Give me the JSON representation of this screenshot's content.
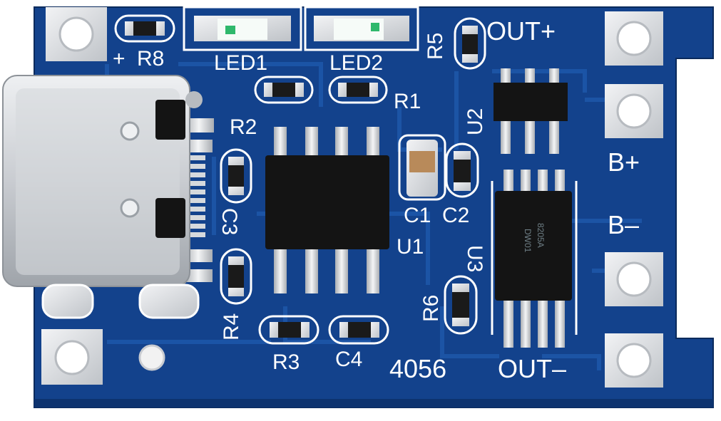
{
  "board": {
    "colors": {
      "pcb": "#13428c",
      "pcb_dark": "#0d336f",
      "trace": "#1d56a8",
      "silkscreen": "#ffffff",
      "pad_metal": "#d8dbe0",
      "chip": "#141414",
      "usb_metal": "#c9ccd1",
      "capacitor": "#b88a5a"
    },
    "labels": {
      "plus": "+",
      "r8": "R8",
      "led1": "LED1",
      "led2": "LED2",
      "r5": "R5",
      "out_plus": "OUT+",
      "r1": "R1",
      "r2": "R2",
      "u2": "U2",
      "b_plus": "B+",
      "c3": "C3",
      "c1": "C1",
      "c2": "C2",
      "u1": "U1",
      "b_minus": "B–",
      "u3": "U3",
      "r6": "R6",
      "r4": "R4",
      "r3": "R3",
      "c4": "C4",
      "model": "4056",
      "out_minus": "OUT–"
    },
    "chip_markings": {
      "u3_line1": "8205A",
      "u3_line2": "DW01"
    },
    "icons": {
      "usb_port": "usb-type-c-connector",
      "mount_hole": "mounting-hole-pad",
      "led": "smd-led"
    }
  }
}
